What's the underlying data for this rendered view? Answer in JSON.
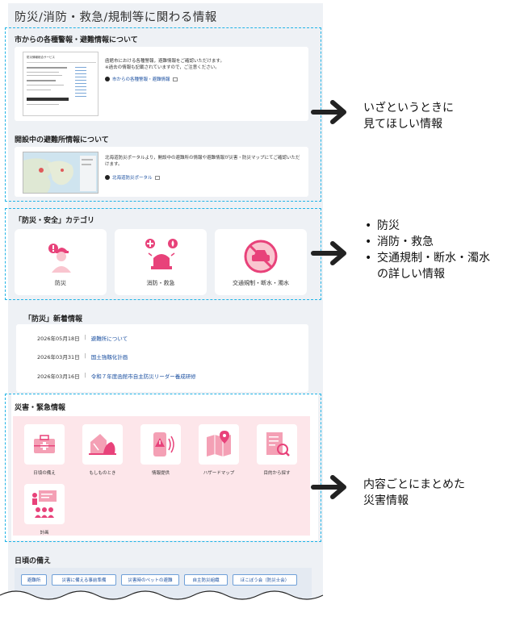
{
  "page": {
    "title": "防災/消防・救急/規制等に関わる情報"
  },
  "warnings": {
    "heading": "市からの各種警報・避難情報について",
    "thumb_title": "防災情報総合サービス",
    "text": "函館市における各種警報，避難情報をご確認いただけます。\n※過去の情報も記載されていますので，ご注意ください。",
    "link": "市からの各種警報・避難情報"
  },
  "shelters": {
    "heading": "開設中の避難所情報について",
    "text": "北海道防災ポータルより，開設中の避難所の情報や避難情報が災害・防災マップにてご確認いただけます。",
    "link": "北海道防災ポータル"
  },
  "category": {
    "heading": "「防災・安全」カテゴリ",
    "items": [
      {
        "label": "防災"
      },
      {
        "label": "消防・救急"
      },
      {
        "label": "交通規制・断水・濁水"
      }
    ]
  },
  "news": {
    "heading": "「防災」新着情報",
    "rows": [
      {
        "date": "2026年05月18日",
        "sep": "|",
        "title": "避難所について"
      },
      {
        "date": "2026年03月31日",
        "sep": "|",
        "title": "国土強靱化計画"
      },
      {
        "date": "2026年03月16日",
        "sep": "|",
        "title": "令和７年度函館市自主防災リーダー養成研修"
      }
    ]
  },
  "disaster": {
    "heading": "災害・緊急情報",
    "tiles": [
      {
        "label": "日頃の備え"
      },
      {
        "label": "もしものとき"
      },
      {
        "label": "情報提供"
      },
      {
        "label": "ハザードマップ"
      },
      {
        "label": "目的から探す"
      },
      {
        "label": "計画"
      }
    ]
  },
  "preparation": {
    "heading": "日頃の備え",
    "buttons": [
      {
        "label": "避難所"
      },
      {
        "label": "災害に備える事前準備"
      },
      {
        "label": "災害時のペットの避難"
      },
      {
        "label": "自主防災組織"
      },
      {
        "label": "ほこぼう会（防災士会）"
      }
    ]
  },
  "callouts": {
    "first": [
      "いざというときに",
      "見てほしい情報"
    ],
    "second_items": [
      "防災",
      "消防・救急",
      "交通規制・断水・濁水"
    ],
    "second_tail": "の詳しい情報",
    "third": [
      "内容ごとにまとめた",
      "災害情報"
    ]
  },
  "colors": {
    "accent": "#e8427a",
    "dashed": "#20b3e6",
    "link": "#1a4fa0",
    "disaster_bg": "#fde6ea"
  }
}
